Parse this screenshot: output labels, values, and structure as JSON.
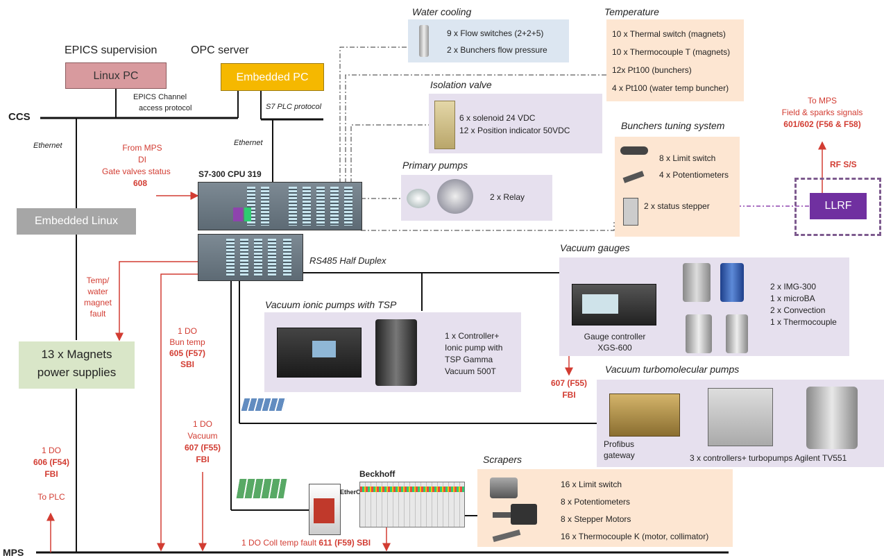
{
  "ccs": "CCS",
  "mps": "MPS",
  "epics": {
    "heading": "EPICS supervision",
    "box": "Linux PC",
    "protocol_1": "EPICS Channel",
    "protocol_2": "access protocol"
  },
  "opc": {
    "heading": "OPC server",
    "box": "Embedded PC",
    "protocol": "S7 PLC protocol"
  },
  "ethernet_left": "Ethernet",
  "ethernet_mid": "Ethernet",
  "from_mps": {
    "l1": "From MPS",
    "l2": "DI",
    "l3": "Gate valves status",
    "l4": "608"
  },
  "cpu": "S7-300 CPU 319",
  "embedded_linux": "Embedded Linux",
  "rs485": "RS485 Half Duplex",
  "temp_fault": {
    "l1": "Temp/",
    "l2": "water",
    "l3": "magnet",
    "l4": "fault"
  },
  "magnets": {
    "l1": "13 x Magnets",
    "l2": "power supplies"
  },
  "bun_temp": {
    "l1": "1 DO",
    "l2": "Bun temp",
    "l3": "605 (F57)",
    "l4": "SBI"
  },
  "vacuum_do": {
    "l1": "1 DO",
    "l2": "Vacuum",
    "l3": "607 (F55)",
    "l4": "FBI"
  },
  "to_plc": {
    "l1": "1 DO",
    "l2": "606 (F54)",
    "l3": "FBI",
    "l4": "To PLC"
  },
  "coll_temp": {
    "prefix": "1 DO Coll temp fault ",
    "bold": "611 (F59) SBI"
  },
  "water": {
    "title": "Water cooling",
    "l1": "9 x Flow switches (2+2+5)",
    "l2": "2 x Bunchers flow pressure"
  },
  "temperature": {
    "title": "Temperature",
    "items": [
      "10 x Thermal switch (magnets)",
      "10 x Thermocouple T (magnets)",
      "12x Pt100 (bunchers)",
      "4 x Pt100 (water temp buncher)"
    ]
  },
  "isolation": {
    "title": "Isolation valve",
    "l1": "6 x solenoid 24 VDC",
    "l2": "12 x Position indicator 50VDC"
  },
  "primary": {
    "title": "Primary pumps",
    "l1": "2 x Relay"
  },
  "bunchers": {
    "title": "Bunchers tuning system",
    "items": [
      "8 x Limit switch",
      "4 x Potentiometers",
      "2 x status stepper"
    ]
  },
  "to_mps": {
    "l1": "To MPS",
    "l2": "Field & sparks signals",
    "l3": "601/602 (F56 & F58)"
  },
  "rfss": "RF S/S",
  "llrf": "LLRF",
  "gauges": {
    "title": "Vacuum gauges",
    "ctrl1": "Gauge controller",
    "ctrl2": "XGS-600",
    "items": [
      "2 x IMG-300",
      "1 x microBA",
      "2 x Convection",
      "1 x Thermocouple"
    ]
  },
  "gauge_fault": {
    "l1": "607 (F55)",
    "l2": "FBI"
  },
  "ionic": {
    "title": "Vacuum ionic pumps with TSP",
    "items": [
      "1 x Controller+",
      "Ionic pump with",
      "TSP Gamma",
      "Vacuum 500T"
    ]
  },
  "turbo": {
    "title": "Vacuum turbomolecular pumps",
    "gw1": "Profibus",
    "gw2": "gateway",
    "ctrl": "3 x controllers+ turbopumps Agilent TV551"
  },
  "beckhoff": "Beckhoff",
  "ethercat": "EtherCAT",
  "scrapers": {
    "title": "Scrapers",
    "items": [
      "16 x Limit switch",
      "8 x Potentiometers",
      "8 x Stepper Motors",
      "16 x Thermocouple K (motor, collimator)"
    ]
  },
  "colors": {
    "red": "#d23c32",
    "linux_pc": "#d89a9e",
    "embedded_pc": "#f5b800",
    "embedded_linux": "#a6a6a6",
    "magnets": "#d9e6c8",
    "llrf": "#7030a0",
    "lavender": "#e6e0ee",
    "peach": "#fde6d2",
    "blue": "#dce6f1"
  }
}
